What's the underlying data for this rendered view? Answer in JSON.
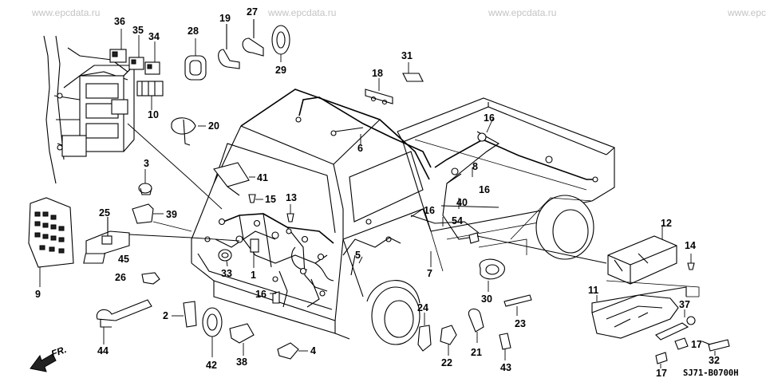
{
  "watermarks": [
    "www.epcdata.ru",
    "www.epcdata.ru",
    "www.epcdata.ru",
    "www.epc"
  ],
  "diagram_code": "SJ71-B0700H",
  "direction_label": "FR.",
  "part_labels": {
    "p1": "1",
    "p2": "2",
    "p3": "3",
    "p4": "4",
    "p5": "5",
    "p6": "6",
    "p7": "7",
    "p8": "8",
    "p9": "9",
    "p10": "10",
    "p11": "11",
    "p12": "12",
    "p13": "13",
    "p14": "14",
    "p15": "15",
    "p16a": "16",
    "p16b": "16",
    "p16c": "16",
    "p16d": "16",
    "p17a": "17",
    "p17b": "17",
    "p18": "18",
    "p19": "19",
    "p20": "20",
    "p21": "21",
    "p22": "22",
    "p23": "23",
    "p24": "24",
    "p25": "25",
    "p26": "26",
    "p27": "27",
    "p28": "28",
    "p29": "29",
    "p30": "30",
    "p31": "31",
    "p32": "32",
    "p33": "33",
    "p34": "34",
    "p35": "35",
    "p36": "36",
    "p37": "37",
    "p38": "38",
    "p39": "39",
    "p40": "40",
    "p41": "41",
    "p42": "42",
    "p43": "43",
    "p44": "44",
    "p45": "45",
    "p54": "54"
  }
}
